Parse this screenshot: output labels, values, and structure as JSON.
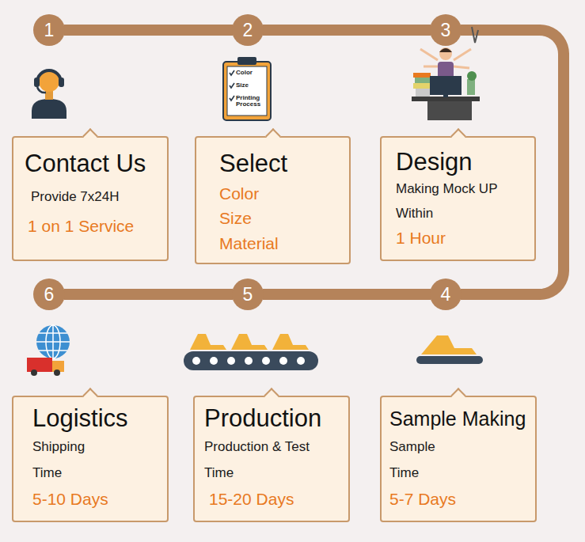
{
  "diagram": {
    "nodes": [
      {
        "text": [
          "1"
        ]
      },
      {
        "text": [
          "2"
        ]
      },
      {
        "text": [
          "3"
        ]
      },
      {
        "text": [
          "Contact Us",
          "Provide 7x24H",
          "1 on 1 Service"
        ]
      },
      {
        "text": [
          "Select",
          "Color",
          "Size",
          "Material"
        ]
      },
      {
        "text": [
          "Design",
          "Making Mock UP",
          "Within",
          "1 Hour"
        ]
      },
      {
        "text": [
          "6"
        ]
      },
      {
        "text": [
          "5"
        ]
      },
      {
        "text": [
          "4"
        ]
      },
      {
        "text": [
          "Logistics",
          "Shipping",
          "Time",
          "5-10 Days"
        ]
      },
      {
        "text": [
          "Production",
          "Production & Test",
          "Time",
          "15-20 Days"
        ]
      },
      {
        "text": [
          "Sample Making",
          "Sample",
          "Time",
          "5-7 Days"
        ]
      }
    ],
    "edges": [
      {
        "from": 0,
        "to": 1,
        "arrow": "none"
      },
      {
        "from": 1,
        "to": 2,
        "arrow": "none"
      },
      {
        "from": 2,
        "to": 8,
        "arrow": "none"
      },
      {
        "from": 8,
        "to": 7,
        "arrow": "none"
      },
      {
        "from": 7,
        "to": 6,
        "arrow": "none"
      }
    ],
    "labels": [
      "Color",
      "Size",
      "Printing Process"
    ]
  }
}
